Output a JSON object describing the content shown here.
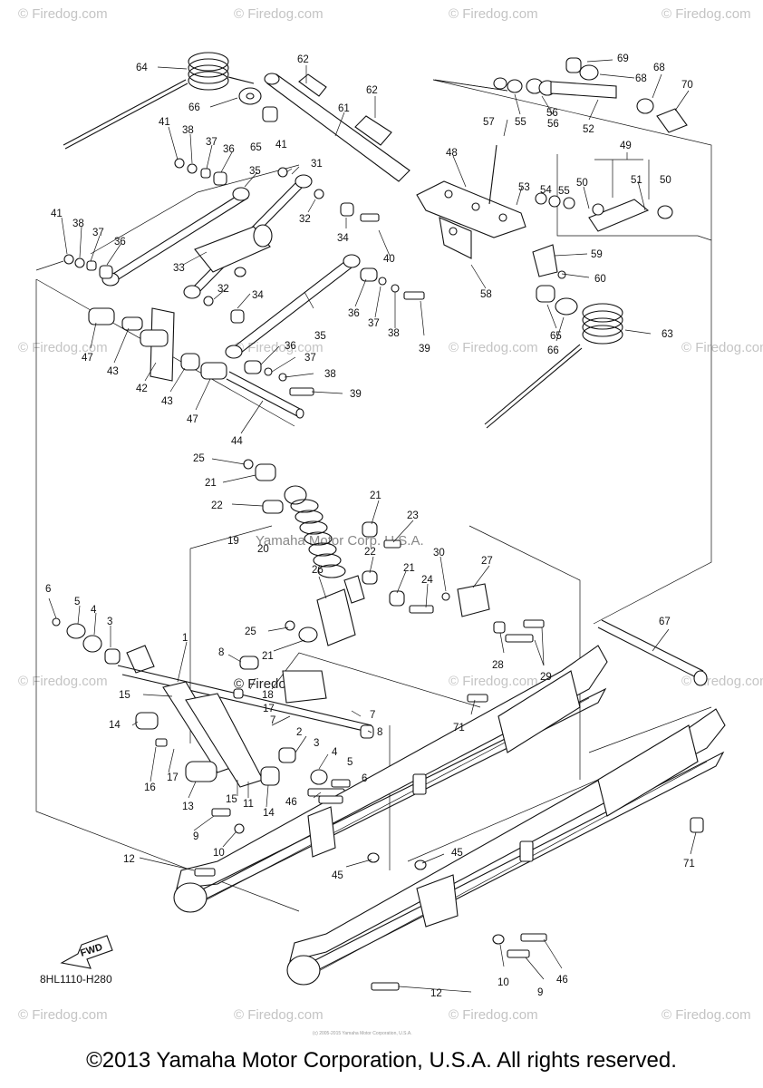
{
  "watermark": {
    "text": "© Firedog.com",
    "center_text": "© Firedog.com",
    "corp_text": "Yamaha Motor Corp. U.S.A.",
    "small_text": "(c) 2005-2015 Yamaha Motor Corporation, U.S.A."
  },
  "diagram_code": "8HL1110-H280",
  "fwd_label": "FWD",
  "copyright": "©2013 Yamaha Motor Corporation, U.S.A. All rights reserved.",
  "callouts": [
    "1",
    "2",
    "3",
    "3",
    "4",
    "4",
    "5",
    "5",
    "6",
    "6",
    "7",
    "7",
    "8",
    "8",
    "9",
    "9",
    "10",
    "10",
    "11",
    "12",
    "12",
    "13",
    "14",
    "14",
    "15",
    "15",
    "16",
    "17",
    "17",
    "18",
    "19",
    "20",
    "21",
    "21",
    "21",
    "21",
    "22",
    "22",
    "23",
    "24",
    "25",
    "25",
    "26",
    "27",
    "28",
    "29",
    "30",
    "31",
    "32",
    "32",
    "33",
    "34",
    "34",
    "35",
    "35",
    "36",
    "36",
    "36",
    "36",
    "37",
    "37",
    "37",
    "37",
    "38",
    "38",
    "38",
    "38",
    "39",
    "39",
    "40",
    "41",
    "41",
    "41",
    "42",
    "43",
    "43",
    "44",
    "45",
    "45",
    "46",
    "46",
    "47",
    "47",
    "48",
    "49",
    "50",
    "50",
    "51",
    "52",
    "53",
    "54",
    "55",
    "55",
    "56",
    "56",
    "57",
    "58",
    "59",
    "60",
    "61",
    "62",
    "62",
    "63",
    "64",
    "65",
    "65",
    "66",
    "66",
    "67",
    "68",
    "68",
    "69",
    "70",
    "71",
    "71"
  ]
}
